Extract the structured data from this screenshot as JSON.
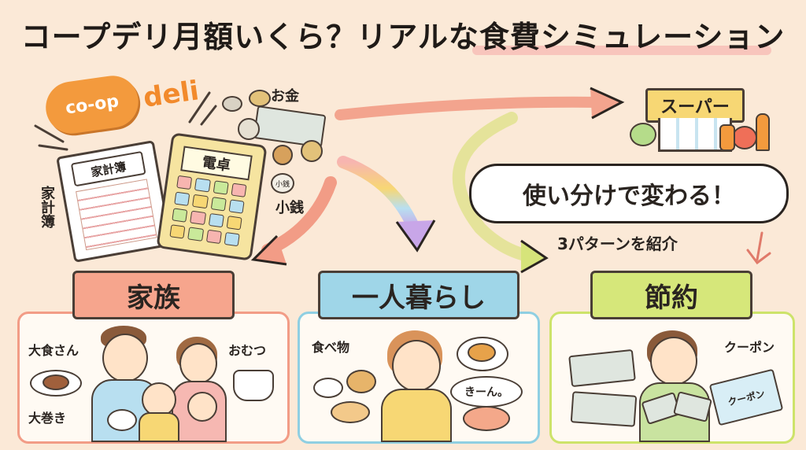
{
  "title": "コープデリ月額いくら？リアルな食費シミュレーション",
  "logo": {
    "coop": "co-op",
    "deli": "deli"
  },
  "labels": {
    "money": "お金",
    "small_coins": "小銭",
    "small_coin_tag": "小銭",
    "ledger_vertical": "家計簿",
    "ledger_head": "家計簿",
    "calculator": "電卓",
    "supermarket": "スーパー",
    "usage_tip": "使い分けで変わる！",
    "patterns": "3パターンを紹介"
  },
  "panels": [
    {
      "id": "family",
      "heading": "家族",
      "notes": [
        "大食さん",
        "大巻き",
        "おむつ"
      ]
    },
    {
      "id": "single",
      "heading": "一人暮らし",
      "notes": [
        "食べ物",
        "きーん。"
      ]
    },
    {
      "id": "saving",
      "heading": "節約",
      "notes": [
        "クーポン",
        "クーポン"
      ]
    }
  ],
  "colors": {
    "background": "#fbe9d7",
    "family": "#f29c86",
    "single": "#8fcfe2",
    "saving": "#cde36a",
    "coop_orange": "#f39a3d"
  },
  "icons": [
    "coin-icon",
    "banknote-icon",
    "ledger-icon",
    "calculator-icon",
    "store-icon",
    "vegetable-icon",
    "coupon-icon",
    "arrow-icon"
  ]
}
